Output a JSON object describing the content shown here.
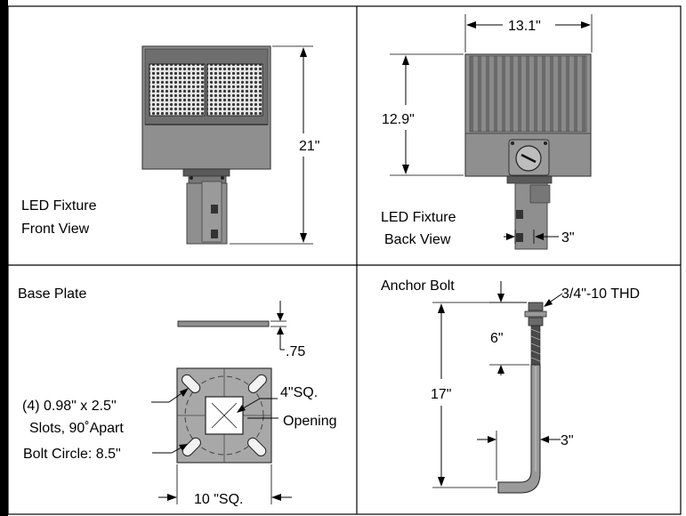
{
  "panels": {
    "front": {
      "label_line1": "LED Fixture",
      "label_line2": "Front View",
      "height": "21\""
    },
    "back": {
      "label_line1": "LED Fixture",
      "label_line2": "Back View",
      "width": "13.1\"",
      "height": "12.9\"",
      "arm": "3\""
    },
    "base_plate": {
      "title": "Base Plate",
      "thickness": ".75",
      "slots_line1": "(4) 0.98\" x 2.5\"",
      "slots_line2": "Slots, 90˚Apart",
      "bolt_circle": "Bolt Circle: 8.5\"",
      "opening_line1": "4\"SQ.",
      "opening_line2": "Opening",
      "size": "10 \"SQ."
    },
    "anchor_bolt": {
      "title": "Anchor Bolt",
      "thread": "3/4\"-10 THD",
      "thread_len": "6\"",
      "length": "17\"",
      "hook": "3\""
    }
  },
  "colors": {
    "border": "#000000",
    "fixture_body": "#8f8f8f",
    "fixture_dark": "#4a4a4a",
    "led_panel": "#dcdcdc",
    "plate": "#a8a8a8"
  }
}
